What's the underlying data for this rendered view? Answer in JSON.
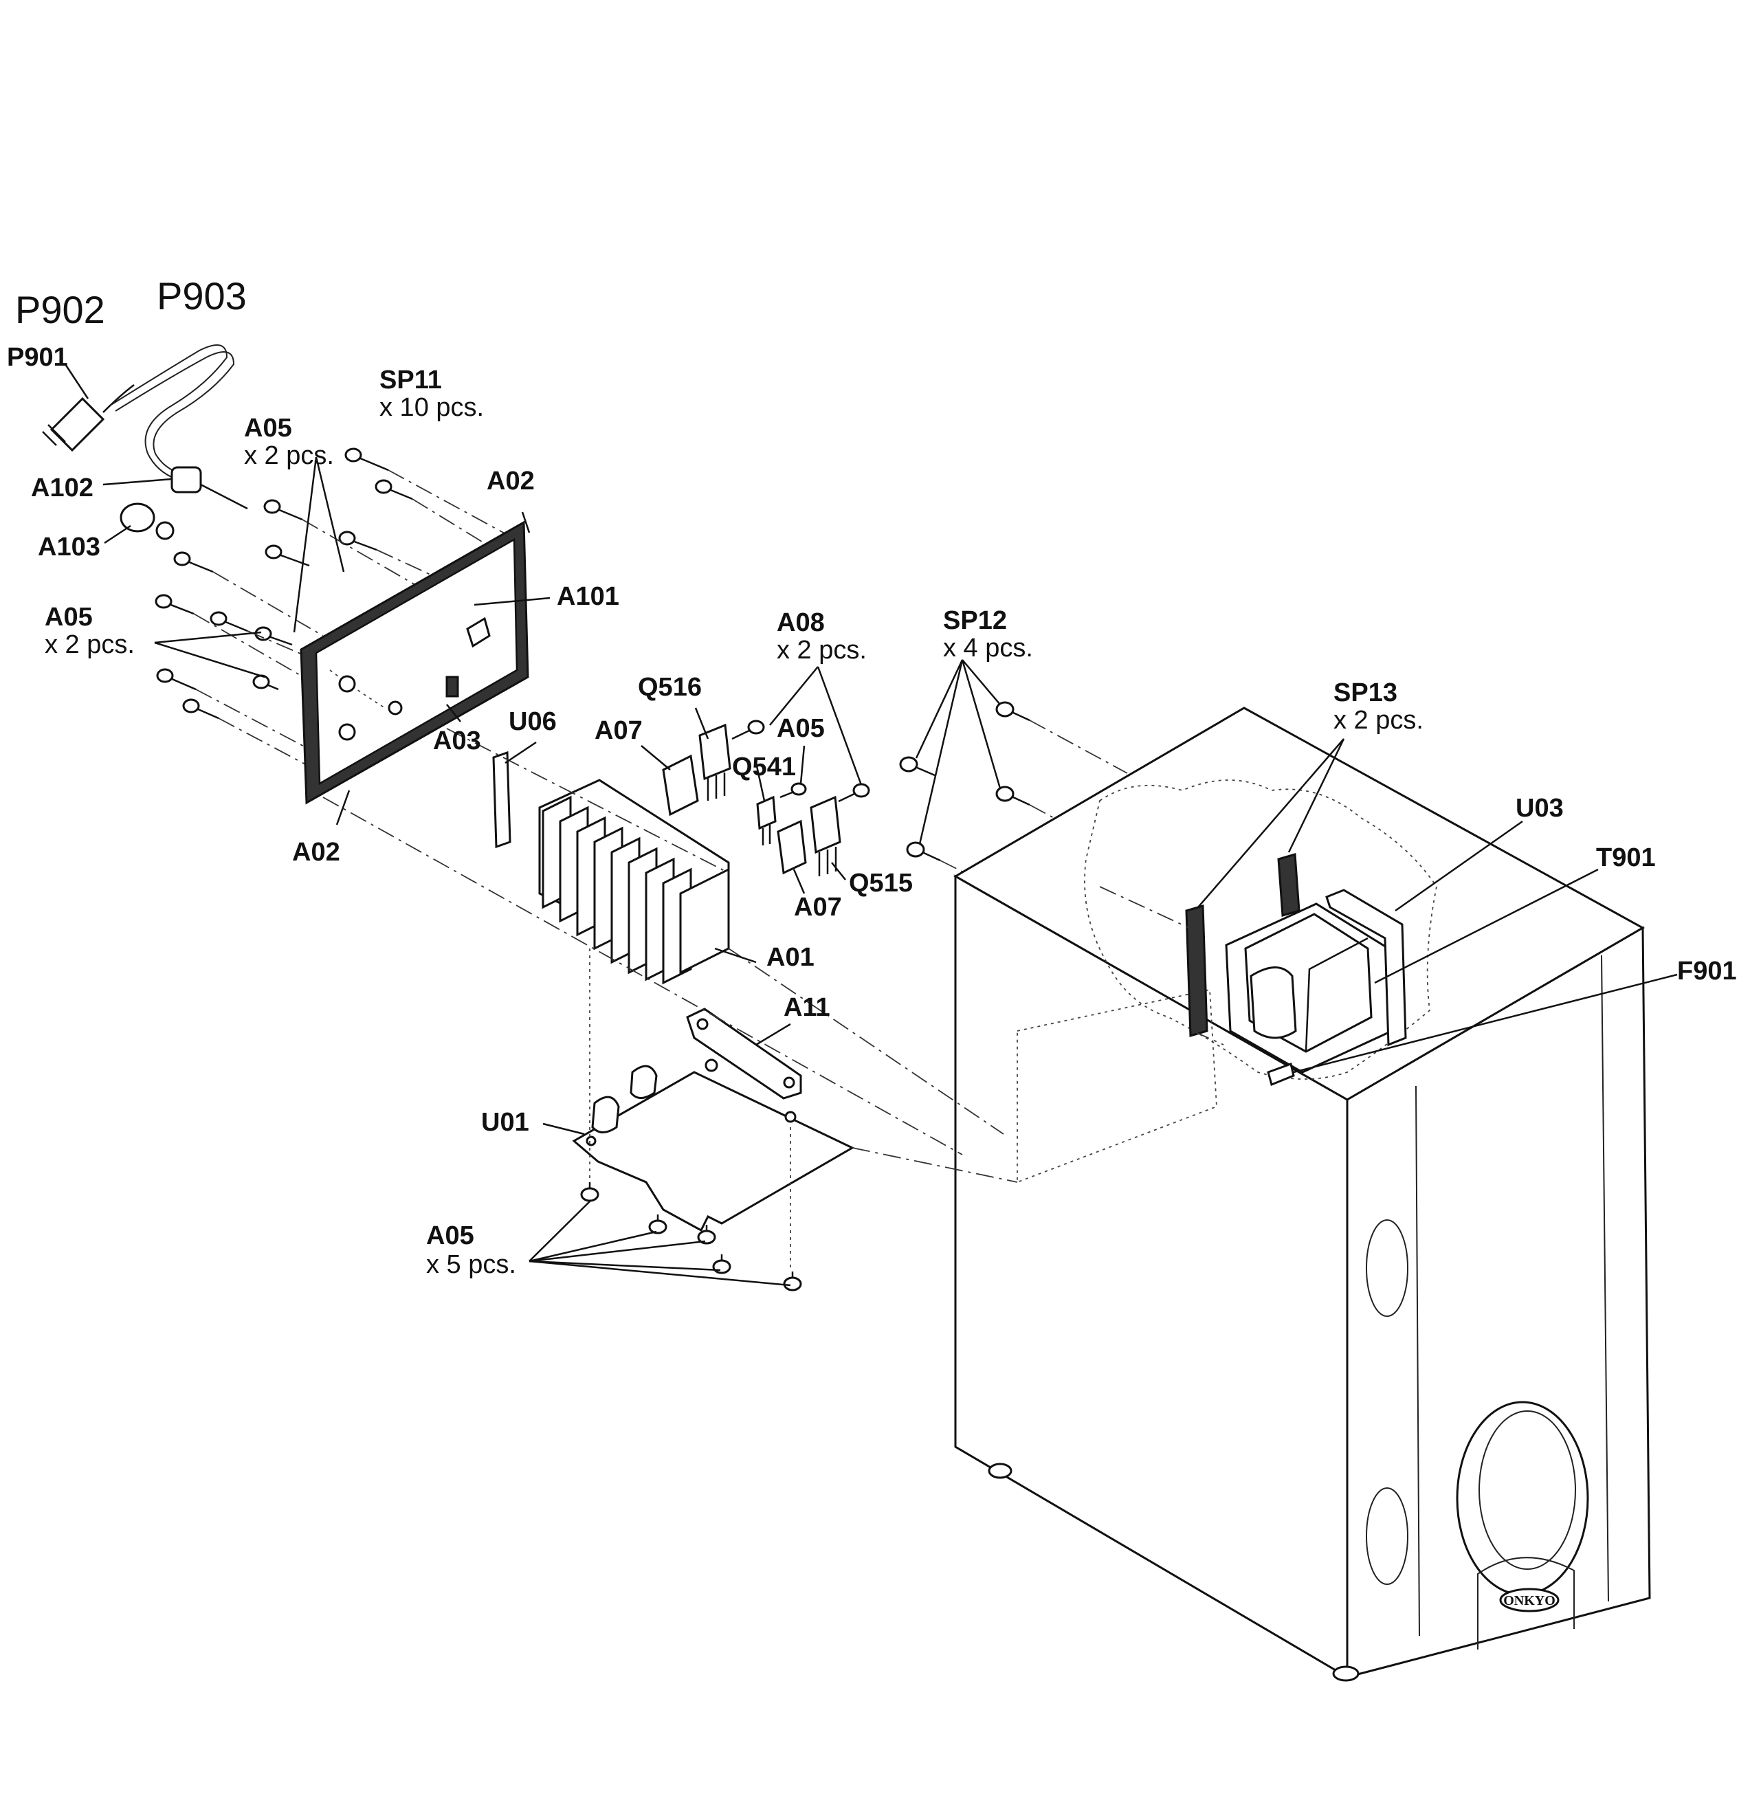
{
  "labels": {
    "p902": "P902",
    "p903": "P903",
    "p901": "P901",
    "sp11": "SP11",
    "sp11_qty": "x 10 pcs.",
    "a05_top": "A05",
    "a05_top_qty": "x 2 pcs.",
    "a102": "A102",
    "a02_top": "A02",
    "a103": "A103",
    "a101": "A101",
    "a05_left": "A05",
    "a05_left_qty": "x 2 pcs.",
    "a03": "A03",
    "u06": "U06",
    "a02_bottom": "A02",
    "q516": "Q516",
    "a07_top": "A07",
    "a08": "A08",
    "a08_qty": "x 2 pcs.",
    "a05_mid": "A05",
    "q541": "Q541",
    "q515": "Q515",
    "a07_bottom": "A07",
    "a01": "A01",
    "sp12": "SP12",
    "sp12_qty": "x 4 pcs.",
    "sp13": "SP13",
    "sp13_qty": "x 2 pcs.",
    "u03": "U03",
    "t901": "T901",
    "f901": "F901",
    "a11": "A11",
    "u01": "U01",
    "a05_bottom": "A05",
    "a05_bottom_qty": "x 5 pcs.",
    "brand": "ONKYO"
  }
}
